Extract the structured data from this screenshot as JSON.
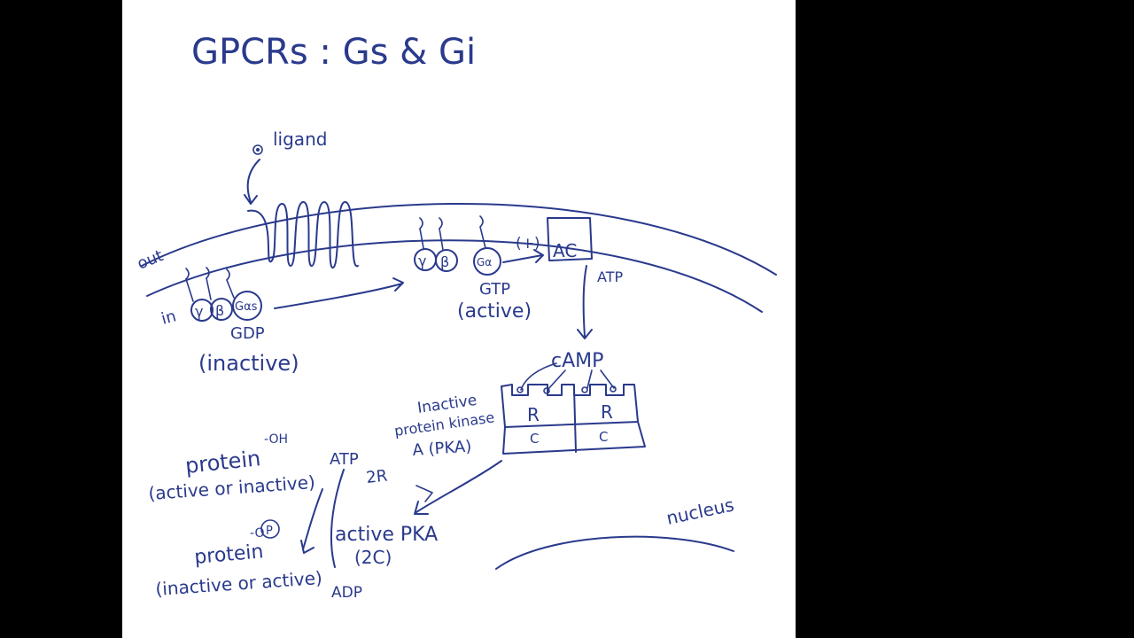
{
  "title": "GPCRs : Gs & Gi",
  "colors": {
    "ink": "#2a3a8c",
    "board": "#ffffff",
    "frame": "#000000"
  },
  "labels": {
    "ligand": "ligand",
    "out": "out",
    "in": "in",
    "gamma": "γ",
    "beta": "β",
    "galpha_s": "Gαs",
    "galpha": "Gα",
    "gdp": "GDP",
    "inactive_paren": "(inactive)",
    "gtp": "GTP",
    "active_paren": "(active)",
    "plus": "(+)",
    "ac": "AC",
    "atp_top": "ATP",
    "camp": "cAMP",
    "r": "R",
    "c": "C",
    "inactive_pk_line1": "Inactive",
    "inactive_pk_line2": "protein kinase",
    "inactive_pk_line3": "A (PKA)",
    "protein_oh": "protein",
    "oh_sup": "-OH",
    "active_or_inactive": "(active or inactive)",
    "atp_bottom": "ATP",
    "two_r": "2R",
    "active_pka": "active PKA",
    "two_c": "(2C)",
    "protein_op": "protein",
    "op_sup": "-O",
    "p_circle": "P",
    "inactive_or_active": "(inactive or active)",
    "adp": "ADP",
    "nucleus": "nucleus"
  }
}
